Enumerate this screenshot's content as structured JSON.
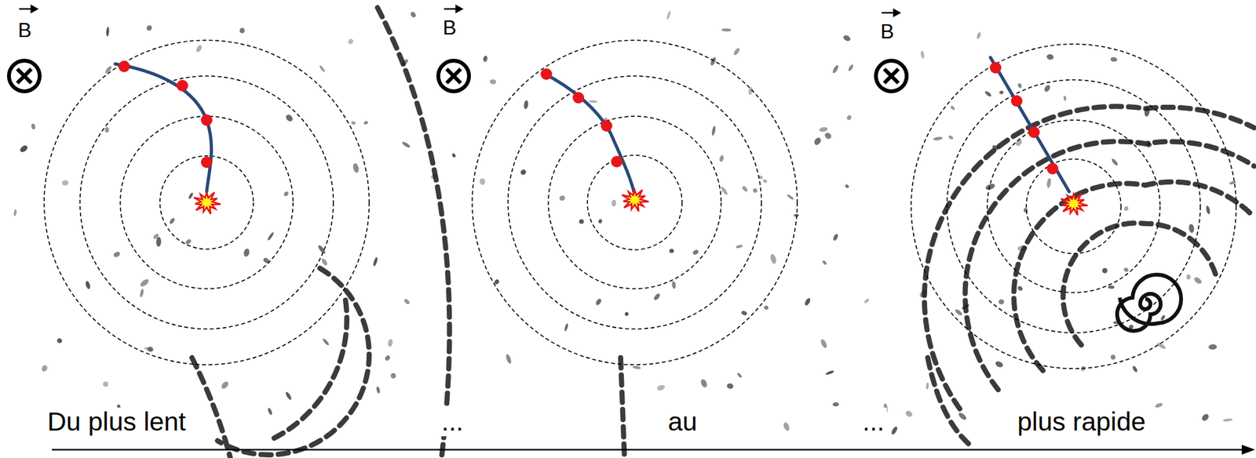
{
  "diagram": {
    "labels": [
      "B",
      "B",
      "B",
      "Du plus lent",
      "...",
      "au",
      "...",
      "plus rapide"
    ]
  }
}
